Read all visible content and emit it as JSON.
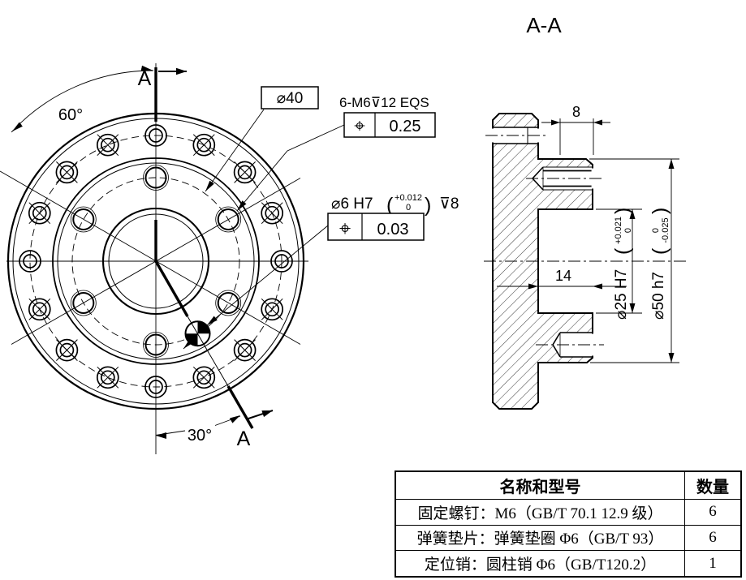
{
  "drawing": {
    "section_title": "A-A",
    "section_label_top": "A",
    "section_label_bottom": "A",
    "angle_upper": "60°",
    "angle_lower": "30°",
    "bolt_circle_dia": "⌀40",
    "thread_callout": "6-M6⊽12 EQS",
    "thread_pos_tol": "0.25",
    "pin_dia": "⌀6 H7",
    "pin_tol_upper": "+0.012",
    "pin_tol_lower": "0",
    "pin_depth": "⊽8",
    "pin_pos_tol": "0.03",
    "position_symbol_1": "⌖",
    "position_symbol_2": "⌖",
    "boss_height": "8",
    "bore_depth": "14",
    "bore_dia": "⌀25 H7",
    "bore_tol_upper": "+0.021",
    "bore_tol_lower": "0",
    "boss_dia": "⌀50 h7",
    "boss_tol_upper": "0",
    "boss_tol_lower": "-0.025"
  },
  "table": {
    "header": {
      "name": "名称和型号",
      "qty": "数量"
    },
    "rows": [
      {
        "name": "固定螺钉：M6（GB/T 70.1 12.9 级）",
        "qty": "6"
      },
      {
        "name": "弹簧垫片：弹簧垫圈 Φ6（GB/T 93）",
        "qty": "6"
      },
      {
        "name": "定位销：圆柱销 Φ6（GB/T120.2）",
        "qty": "1"
      }
    ]
  }
}
